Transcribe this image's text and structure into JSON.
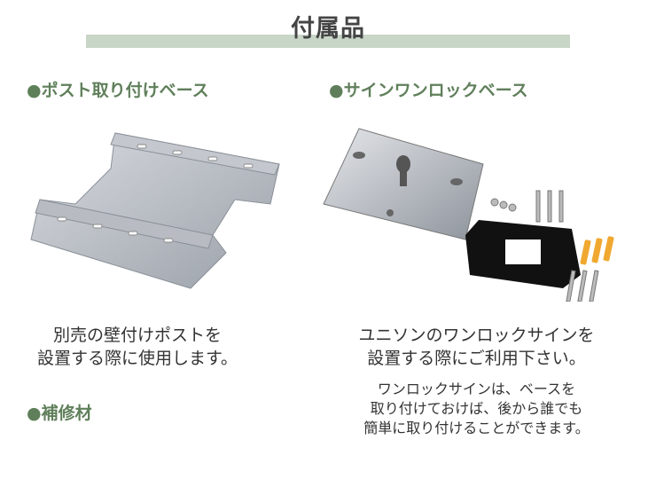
{
  "title": "付属品",
  "sections": {
    "post_base": {
      "heading": "●ポスト取り付けベース",
      "desc_lines": [
        "別売の壁付けポストを",
        "設置する際に使用します。"
      ]
    },
    "sign_base": {
      "heading": "●サインワンロックベース",
      "desc_lines": [
        "ユニソンのワンロックサインを",
        "設置する際にご利用下さい。"
      ],
      "note_lines": [
        "ワンロックサインは、ベースを",
        "取り付けておけば、後から誰でも",
        "簡単に取り付けることができます。"
      ]
    },
    "repair": {
      "heading": "●補修材"
    }
  },
  "colors": {
    "accent": "#5f7f5a",
    "bar": "#c8d6c8"
  }
}
